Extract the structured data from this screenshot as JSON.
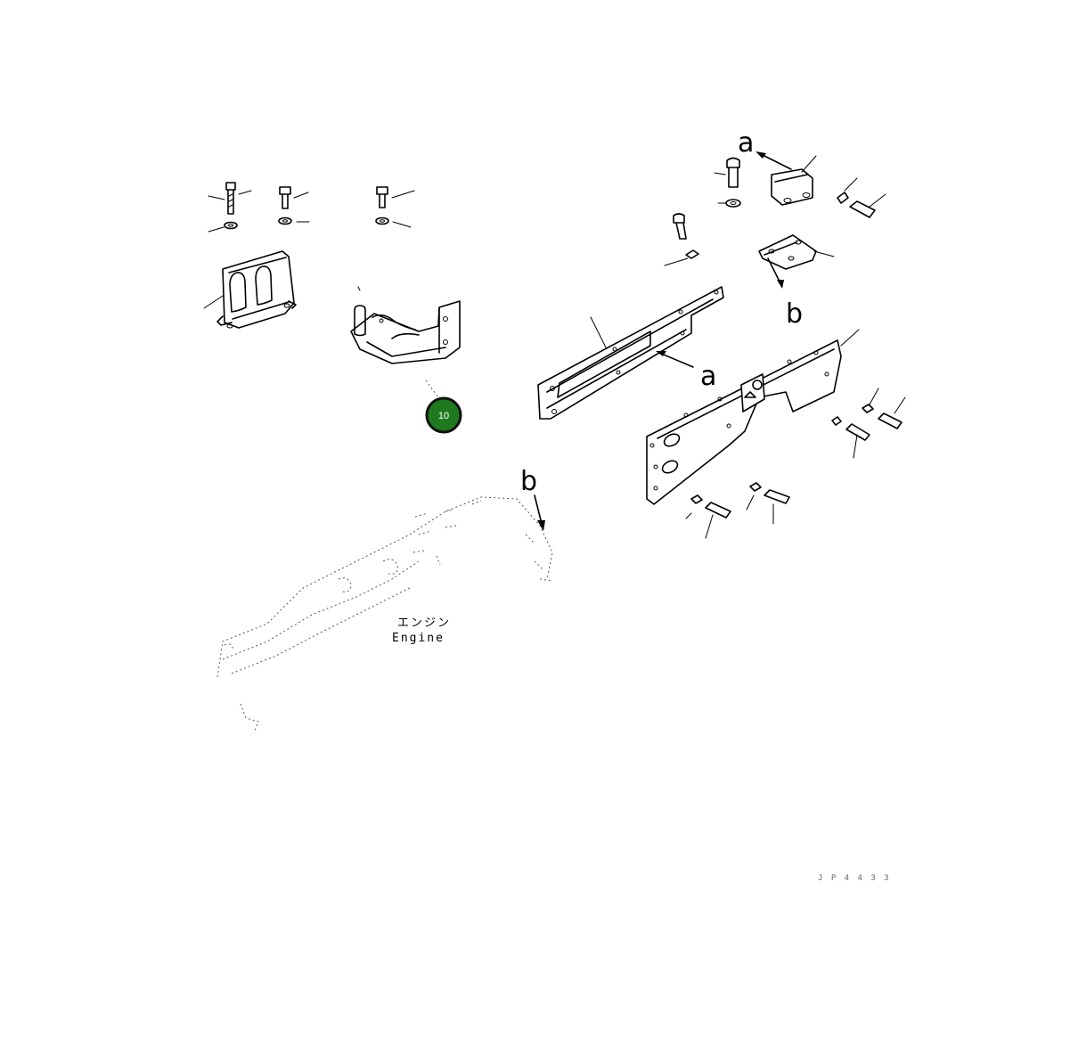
{
  "diagram": {
    "callouts": {
      "a_top": "a",
      "b_right": "b",
      "a_middle": "a",
      "b_center": "b"
    },
    "engine_label": {
      "line1": "エンジン",
      "line2": "Engine"
    },
    "hotspot": {
      "number": "10",
      "color": "#1f7a1f",
      "ring_color": "#111111"
    },
    "drawing_code": "J P 4 4 3 3"
  }
}
